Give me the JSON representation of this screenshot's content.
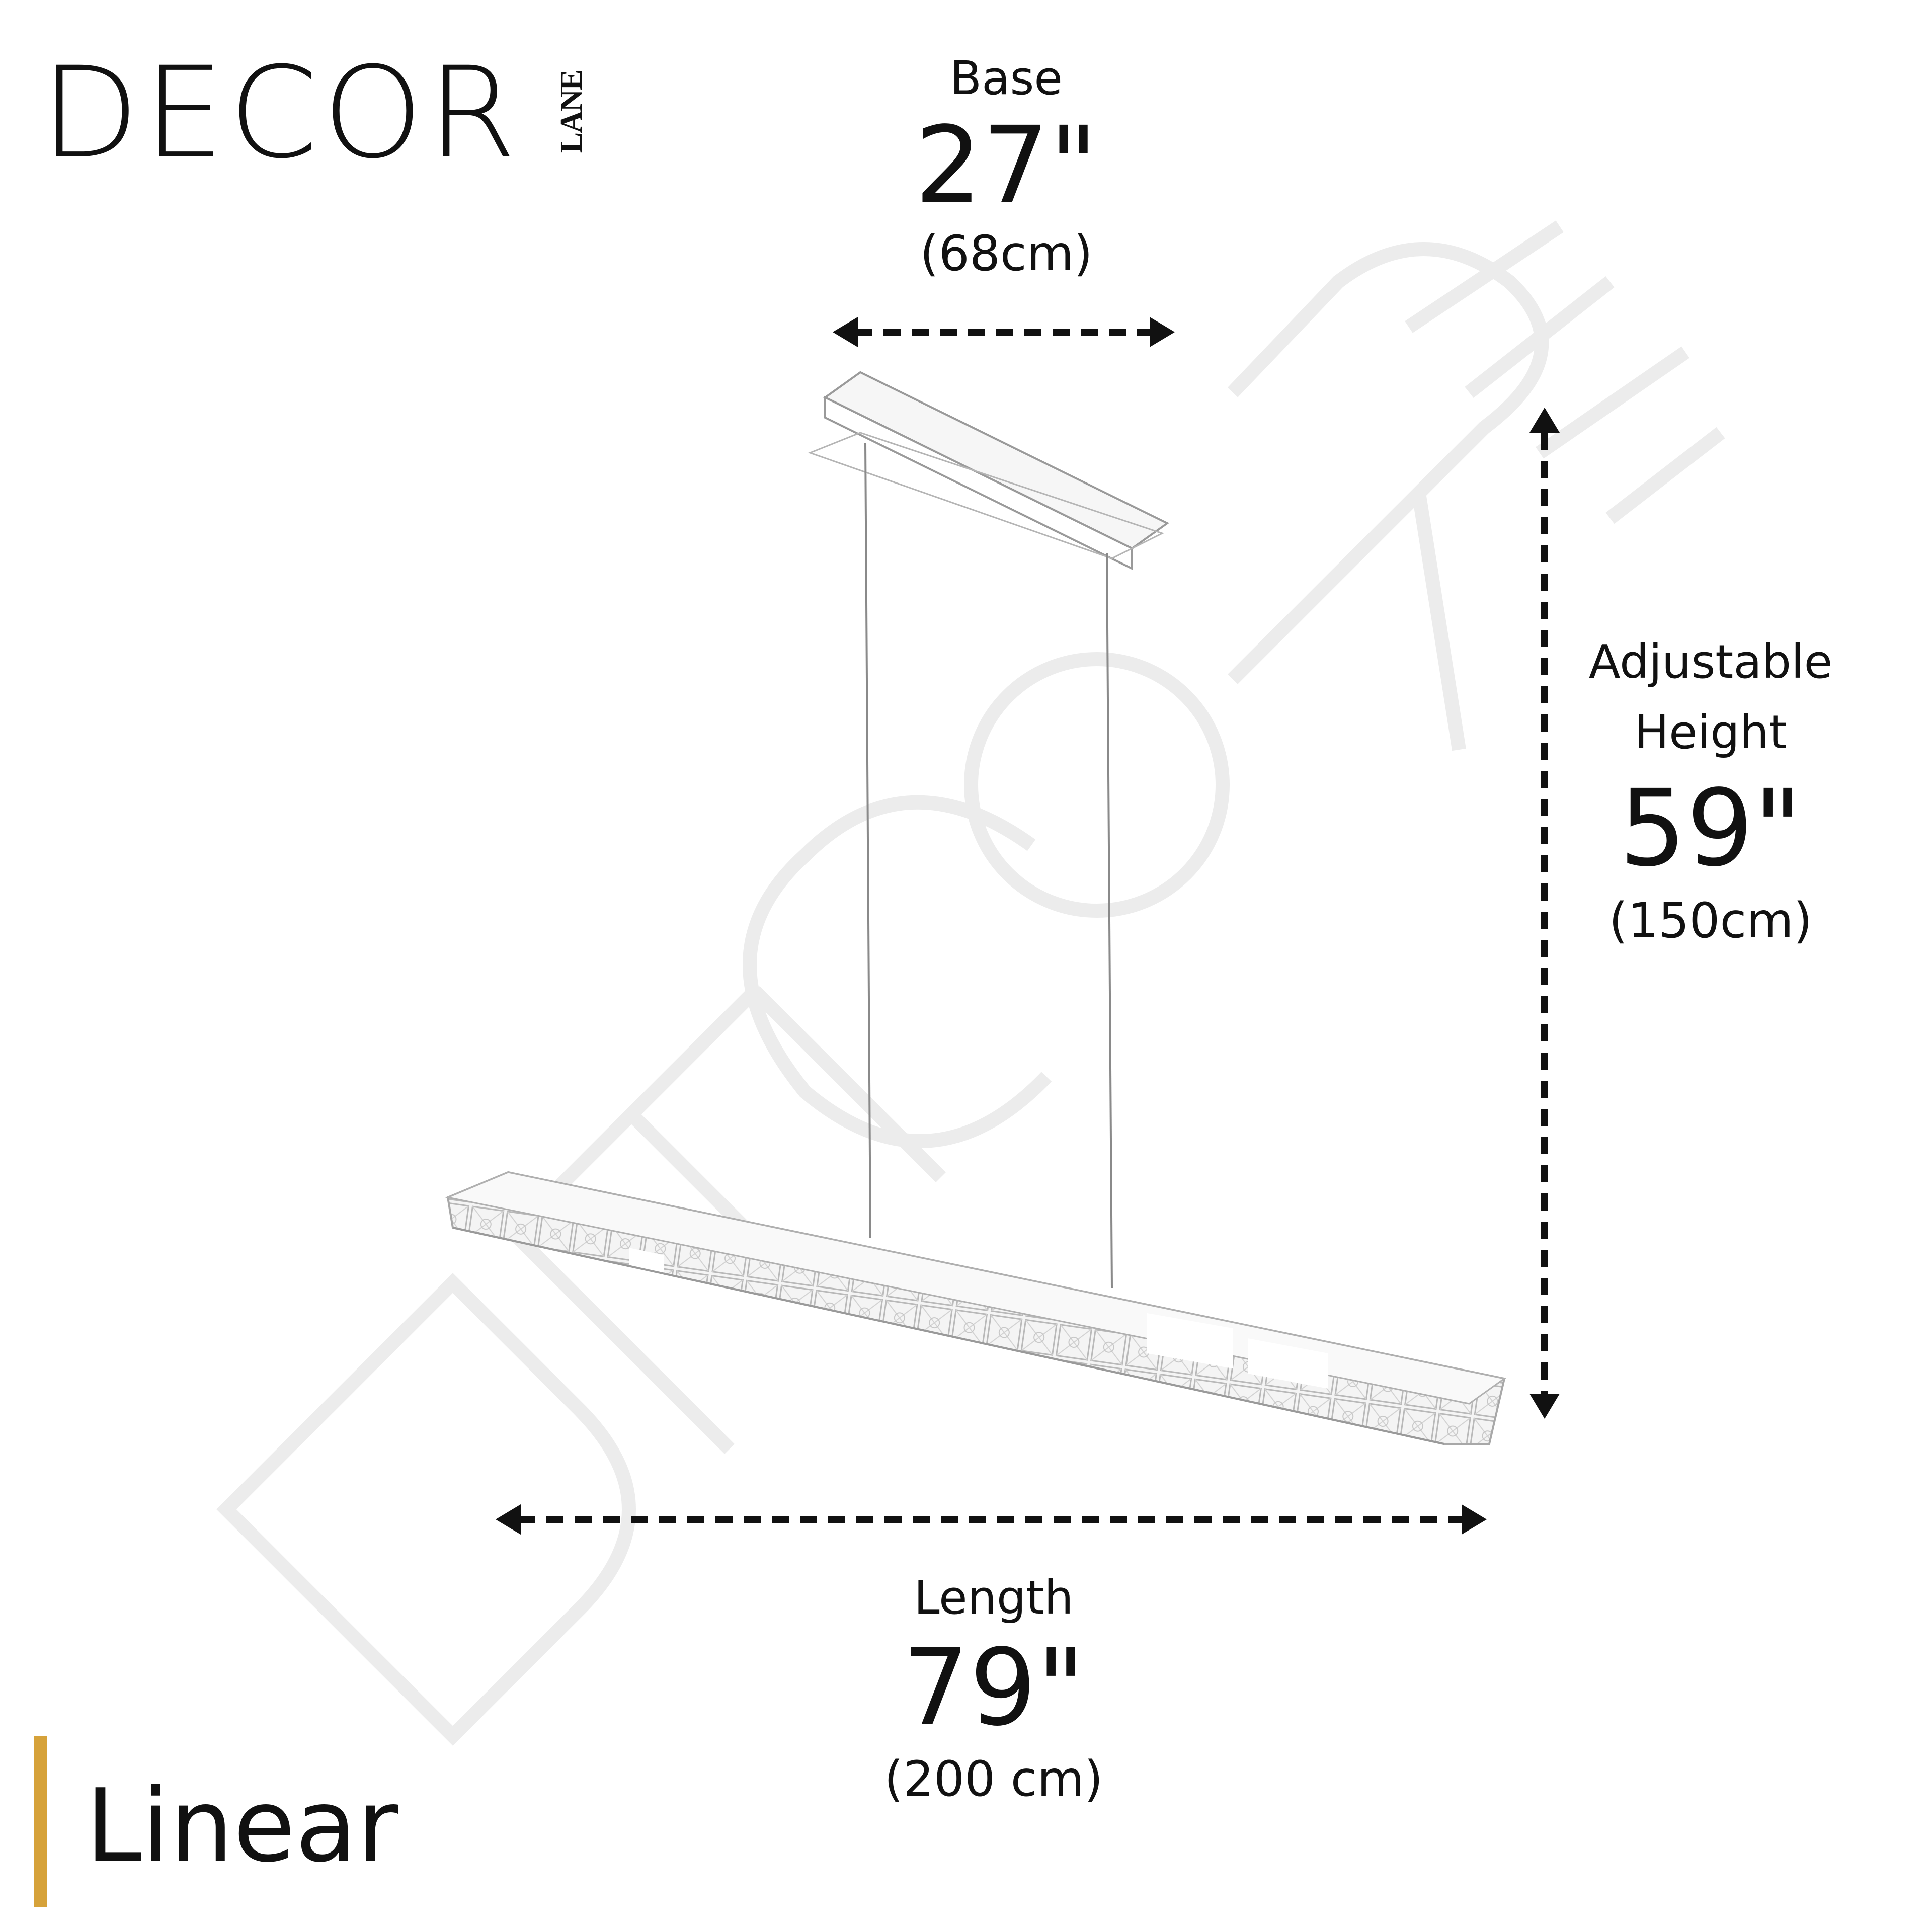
{
  "brand": {
    "logo_main": "DECOR",
    "logo_sub": "LANE"
  },
  "watermark": {
    "text_main": "DECOR",
    "text_sub": "LANE"
  },
  "dimensions": {
    "base": {
      "label": "Base",
      "value": "27\"",
      "metric": "(68cm)"
    },
    "height": {
      "label_line1": "Adjustable",
      "label_line2": "Height",
      "value": "59\"",
      "metric": "(150cm)"
    },
    "length": {
      "label": "Length",
      "value": "79\"",
      "metric": "(200 cm)"
    }
  },
  "product": {
    "title": "Linear"
  },
  "colors": {
    "accent": "#d6a23a",
    "text": "#111111",
    "watermark": "#ececec"
  }
}
